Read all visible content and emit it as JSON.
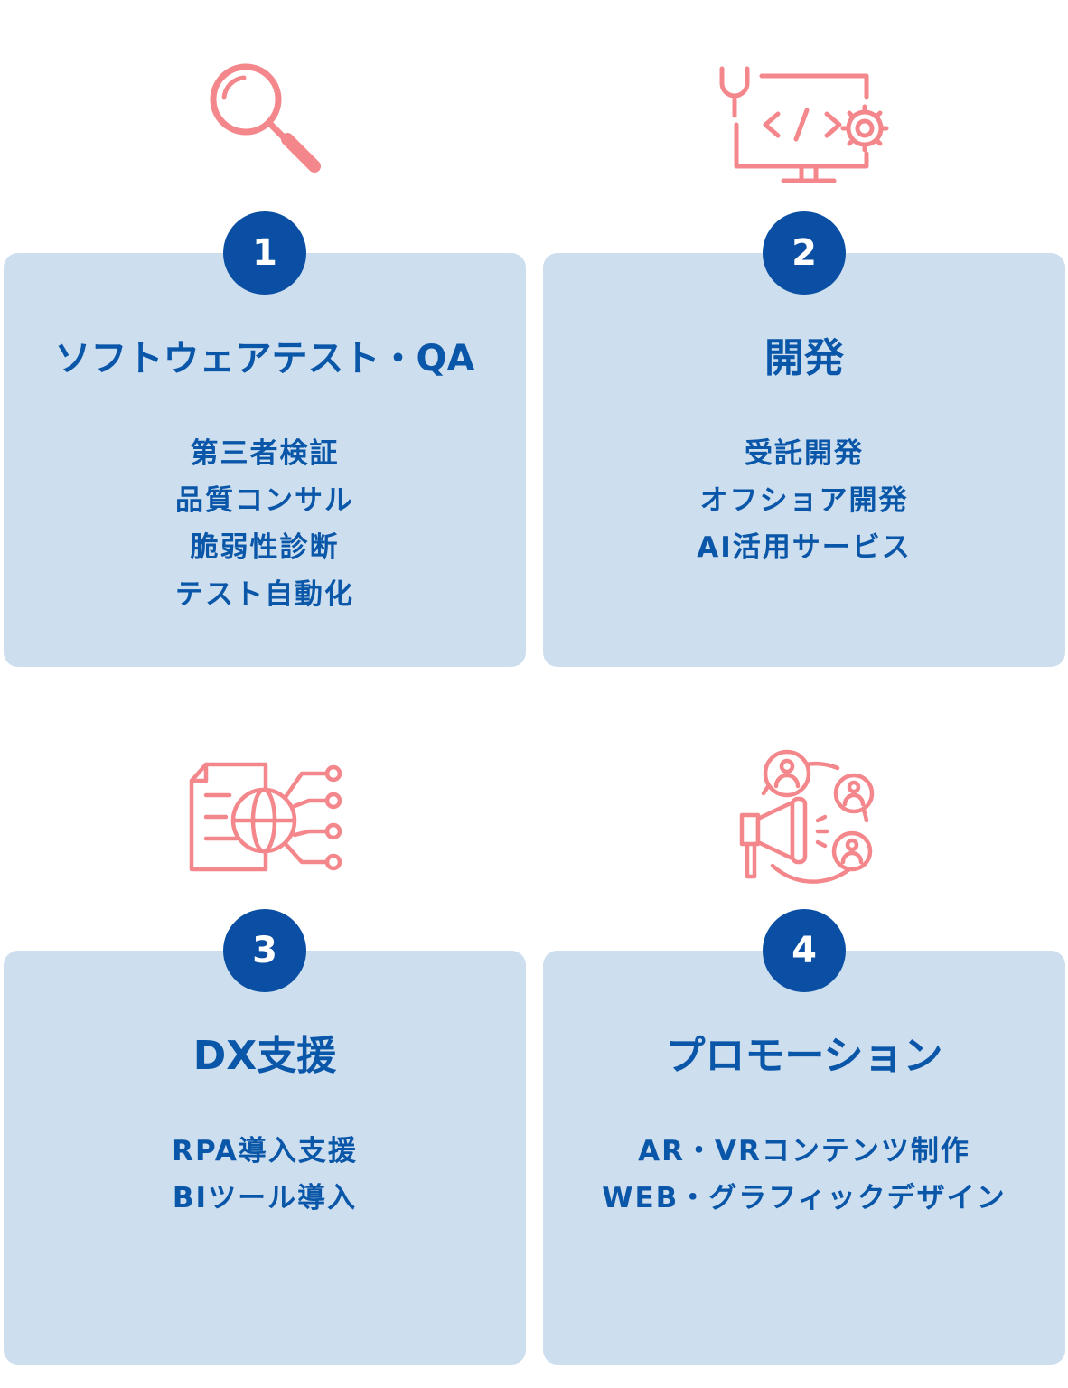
{
  "colors": {
    "card_bg": "#cddeee",
    "badge_bg": "#0a4fa3",
    "text": "#0a56a8",
    "icon_stroke": "#f4878c"
  },
  "services": [
    {
      "number": "1",
      "icon": "magnifier-icon",
      "title": "ソフトウェアテスト・QA",
      "items": [
        "第三者検証",
        "品質コンサル",
        "脆弱性診断",
        "テスト自動化"
      ]
    },
    {
      "number": "2",
      "icon": "monitor-code-settings-icon",
      "title": "開発",
      "items": [
        "受託開発",
        "オフショア開発",
        "AI活用サービス"
      ]
    },
    {
      "number": "3",
      "icon": "document-globe-network-icon",
      "title": "DX支援",
      "items": [
        "RPA導入支援",
        "BIツール導入"
      ]
    },
    {
      "number": "4",
      "icon": "megaphone-people-icon",
      "title": "プロモーション",
      "items": [
        "AR・VRコンテンツ制作",
        "WEB・グラフィックデザイン"
      ]
    }
  ]
}
